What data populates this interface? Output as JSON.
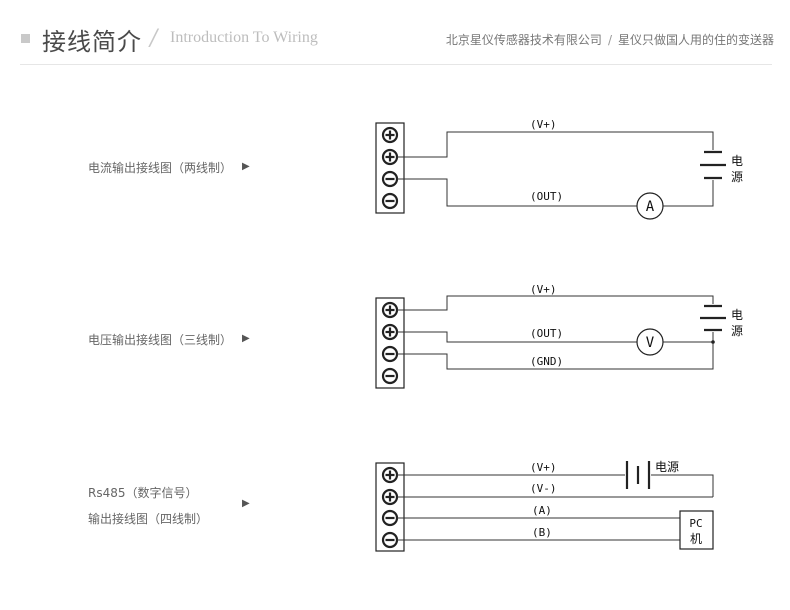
{
  "header": {
    "title": "接线简介",
    "subtitle": "Introduction To Wiring",
    "company": "北京星仪传感器技术有限公司",
    "separator": "/",
    "slogan": "星仪只做国人用的住的变送器"
  },
  "diagrams": [
    {
      "label": "电流输出接线图（两线制）",
      "wires": [
        "(V+)",
        "(OUT)"
      ],
      "meter": "A",
      "power_label": "电\n源"
    },
    {
      "label": "电压输出接线图（三线制）",
      "wires": [
        "(V+)",
        "(OUT)",
        "(GND)"
      ],
      "meter": "V",
      "power_label": "电\n源"
    },
    {
      "label_line1": "Rs485（数字信号）",
      "label_line2": "输出接线图（四线制）",
      "wires": [
        "(V+)",
        "(V-)",
        "(A)",
        "(B)"
      ],
      "power_label": "电源",
      "pc_label_line1": "PC",
      "pc_label_line2": "机"
    }
  ]
}
